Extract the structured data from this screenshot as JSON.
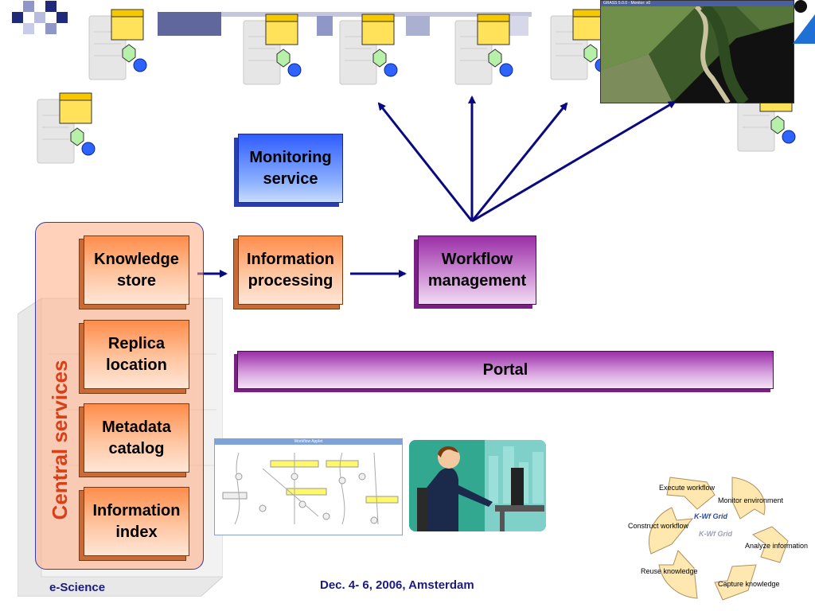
{
  "diagram": {
    "monitoring_service": "Monitoring\nservice",
    "knowledge_store": "Knowledge\nstore",
    "information_processing": "Information\nprocessing",
    "workflow_management": "Workflow\nmanagement",
    "replica_location": "Replica\nlocation",
    "metadata_catalog": "Metadata\ncatalog",
    "information_index": "Information\nindex",
    "central_services": "Central services",
    "portal": "Portal"
  },
  "screenshot_window": {
    "title": "Workflow Applet"
  },
  "satellite_window": {
    "title": "GRASS 5.0.0 - Monitor: x0"
  },
  "cycle": {
    "items": [
      "Execute workflow",
      "Monitor environment",
      "Analyze information",
      "Capture knowledge",
      "Reuse knowledge",
      "Construct workflow"
    ],
    "logos": [
      "K-Wf Grid",
      "K-Wf Grid"
    ]
  },
  "footer": {
    "left": "e-Science",
    "center": "Dec. 4- 6, 2006, Amsterdam"
  },
  "colors": {
    "orange": "#ff8c4a",
    "purple": "#9b2ea8",
    "blue": "#2f5cff",
    "arrow": "#0a0a80",
    "central_text": "#d8401a"
  }
}
